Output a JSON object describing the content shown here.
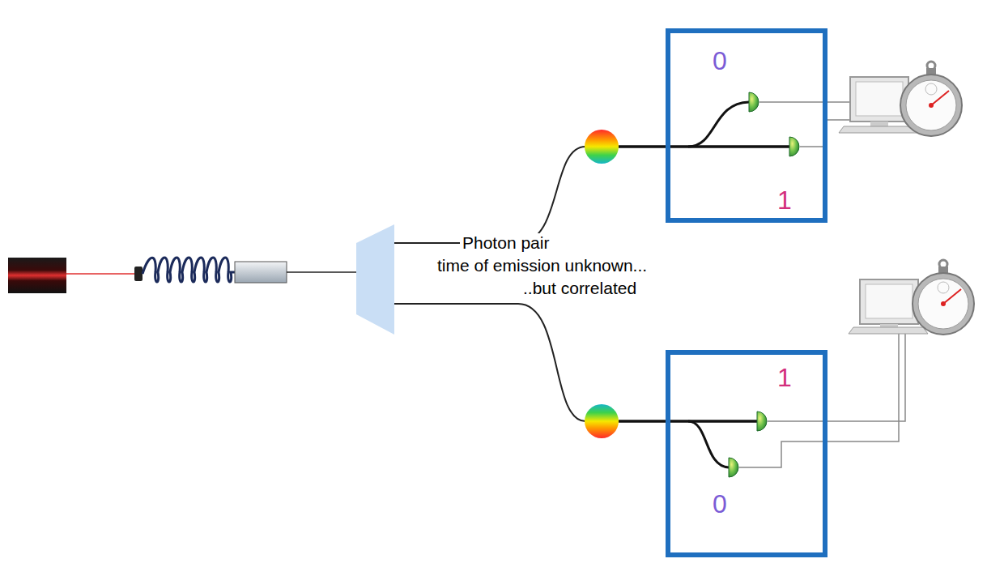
{
  "diagram": {
    "nodes": [
      {
        "text": [
          "0",
          "1"
        ]
      },
      {
        "text": [
          "1",
          "0"
        ]
      }
    ],
    "labels": [
      "Photon pair",
      "time of emission unknown...",
      "..but correlated"
    ]
  }
}
